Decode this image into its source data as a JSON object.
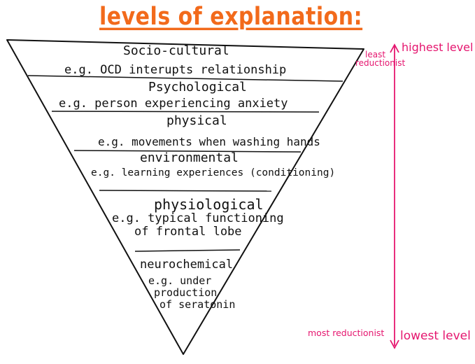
{
  "title": "levels of explanation:",
  "levels": [
    {
      "name": "Socio-cultural",
      "example": "e.g. OCD interupts relationship"
    },
    {
      "name": "Psychological",
      "example": "e.g. person experiencing anxiety"
    },
    {
      "name": "physical",
      "example": "e.g. movements when washing hands"
    },
    {
      "name": "environmental",
      "example": "e.g. learning experiences (conditioning)"
    },
    {
      "name": "physiological",
      "example_lines": [
        "e.g. typical functioning",
        "of frontal lobe"
      ]
    },
    {
      "name": "neurochemical",
      "example_lines": [
        "e.g. under",
        "production",
        "of seratonin"
      ]
    }
  ],
  "scale": {
    "highest_label": "highest level",
    "lowest_label": "lowest level",
    "least_label_lines": [
      "least",
      "reductionist"
    ],
    "most_label": "most reductionist"
  },
  "colors": {
    "title": "#f26a1b",
    "scale": "#e5166f",
    "ink": "#111111"
  }
}
